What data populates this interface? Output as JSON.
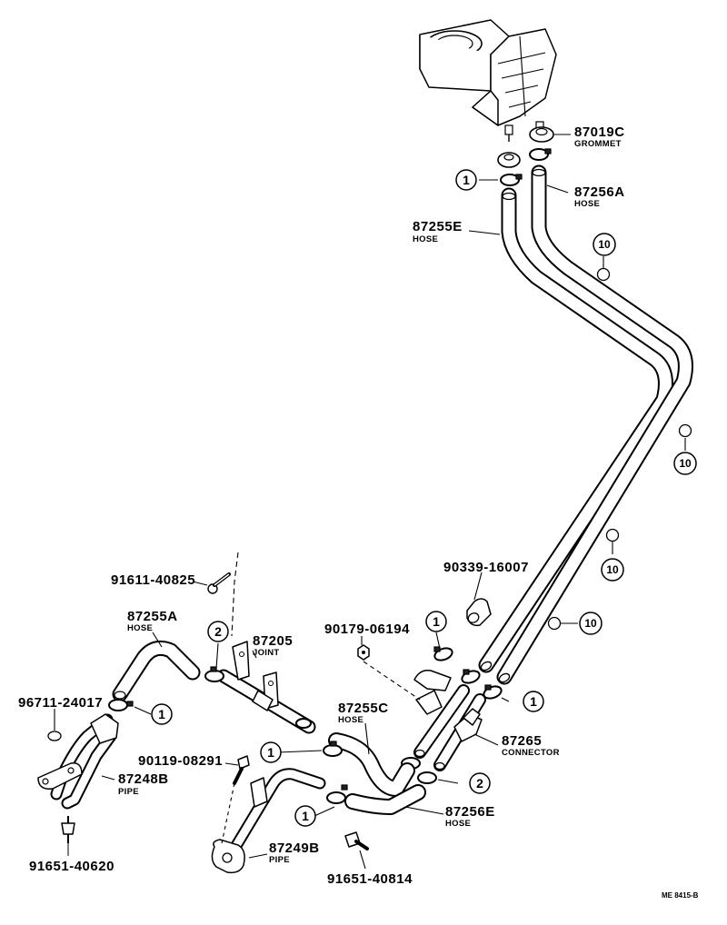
{
  "parts": [
    {
      "id": "p87019C",
      "number": "87019C",
      "name": "GROMMET"
    },
    {
      "id": "p87256A",
      "number": "87256A",
      "name": "HOSE"
    },
    {
      "id": "p87255E",
      "number": "87255E",
      "name": "HOSE"
    },
    {
      "id": "p90339",
      "number": "90339-16007",
      "name": ""
    },
    {
      "id": "p91611",
      "number": "91611-40825",
      "name": ""
    },
    {
      "id": "p87255A",
      "number": "87255A",
      "name": "HOSE"
    },
    {
      "id": "p87205",
      "number": "87205",
      "name": "JOINT"
    },
    {
      "id": "p90179",
      "number": "90179-06194",
      "name": ""
    },
    {
      "id": "p96711",
      "number": "96711-24017",
      "name": ""
    },
    {
      "id": "p87255C",
      "number": "87255C",
      "name": "HOSE"
    },
    {
      "id": "p87265",
      "number": "87265",
      "name": "CONNECTOR"
    },
    {
      "id": "p90119",
      "number": "90119-08291",
      "name": ""
    },
    {
      "id": "p87248B",
      "number": "87248B",
      "name": "PIPE"
    },
    {
      "id": "p87256E",
      "number": "87256E",
      "name": "HOSE"
    },
    {
      "id": "p87249B",
      "number": "87249B",
      "name": "PIPE"
    },
    {
      "id": "p91651a",
      "number": "91651-40620",
      "name": ""
    },
    {
      "id": "p91651b",
      "number": "91651-40814",
      "name": ""
    }
  ],
  "callouts": {
    "c1_top": "1",
    "c1_mid": "1",
    "c1_right": "1",
    "c1_left": "1",
    "c1_center": "1",
    "c1_bottom": "1",
    "c2_left": "2",
    "c2_right": "2",
    "c10_a": "10",
    "c10_b": "10",
    "c10_c": "10",
    "c10_d": "10"
  },
  "figure_code": "ME 8415-B"
}
